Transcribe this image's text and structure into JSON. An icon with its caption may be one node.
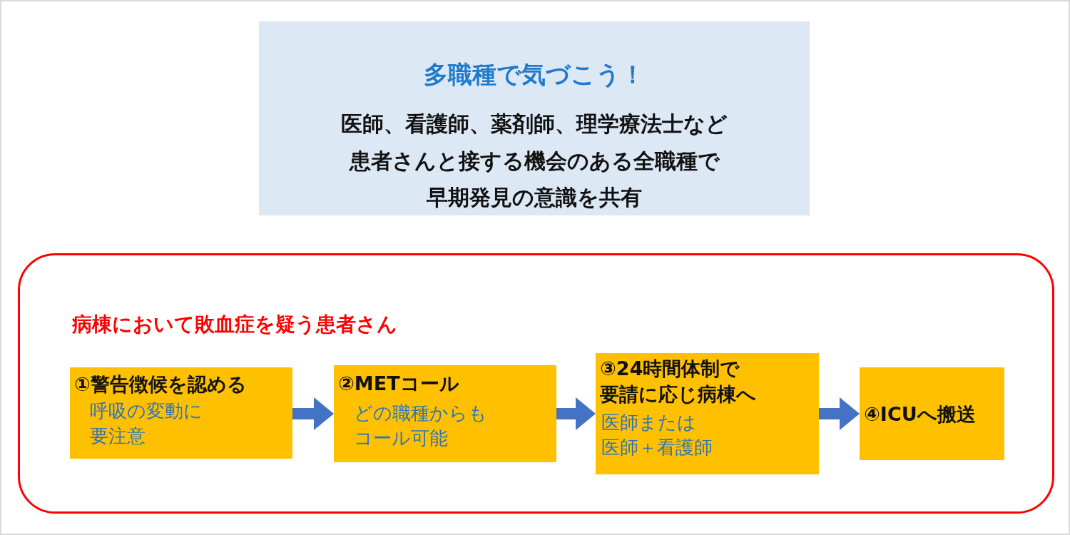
{
  "diagram": {
    "nodes": [
      {
        "text": [
          "多職種で気づこう！",
          "医師、看護師、薬剤師、理学療法士など患者さんと接する機会のある全職種で早期発見の意識を共有"
        ]
      },
      {
        "text": [
          "病棟において敗血症を疑う患者さん"
        ]
      },
      {
        "text": [
          "①警告徴候を認める",
          "呼吸の変動に要注意"
        ],
        "in": 1
      },
      {
        "text": [
          "②METコール",
          "どの職種からもコール可能"
        ],
        "in": 1
      },
      {
        "text": [
          "③24時間体制で要請に応じ病棟へ",
          "医師または医師＋看護師"
        ],
        "in": 1
      },
      {
        "text": [
          "④ICUへ搬送"
        ],
        "in": 1
      }
    ],
    "edges": [
      {
        "from": 2,
        "to": 3,
        "arrow": "to"
      },
      {
        "from": 3,
        "to": 4,
        "arrow": "to"
      },
      {
        "from": 4,
        "to": 5,
        "arrow": "to"
      }
    ]
  }
}
